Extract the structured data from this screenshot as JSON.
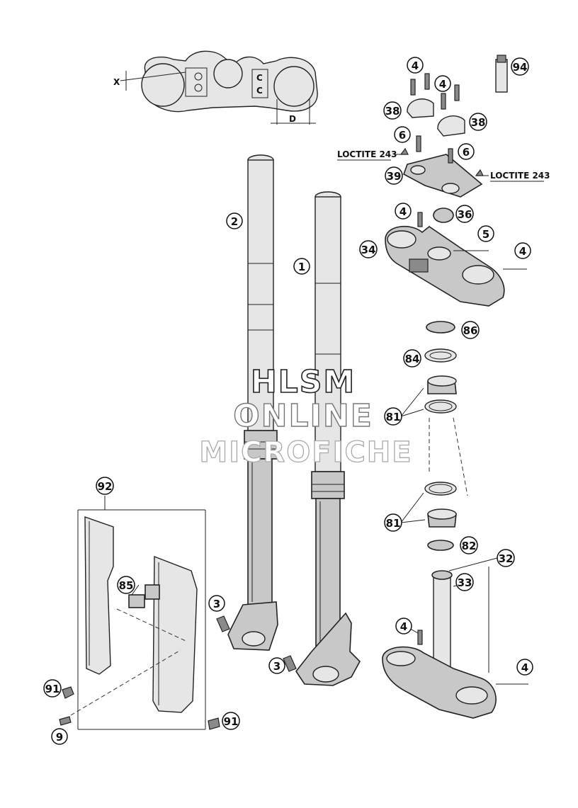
{
  "dimension_labels": {
    "x": "X",
    "c_top": "C",
    "c_bottom": "C",
    "d": "D"
  },
  "annotations": {
    "loctite_left": "LOCTITE 243",
    "loctite_right": "LOCTITE 243"
  },
  "callouts": {
    "c1": "1",
    "c2": "2",
    "c3a": "3",
    "c3b": "3",
    "c4a": "4",
    "c4b": "4",
    "c4c": "4",
    "c4d": "4",
    "c4e": "4",
    "c4f": "4",
    "c5": "5",
    "c6a": "6",
    "c6b": "6",
    "c9": "9",
    "c32": "32",
    "c33": "33",
    "c34": "34",
    "c36": "36",
    "c38a": "38",
    "c38b": "38",
    "c39": "39",
    "c81a": "81",
    "c81b": "81",
    "c82": "82",
    "c84": "84",
    "c85": "85",
    "c86": "86",
    "c91a": "91",
    "c91b": "91",
    "c92": "92",
    "c94": "94"
  },
  "watermark": {
    "line1": "HLSM",
    "line2": "ONLINE",
    "line3": "MICROFICHE"
  }
}
